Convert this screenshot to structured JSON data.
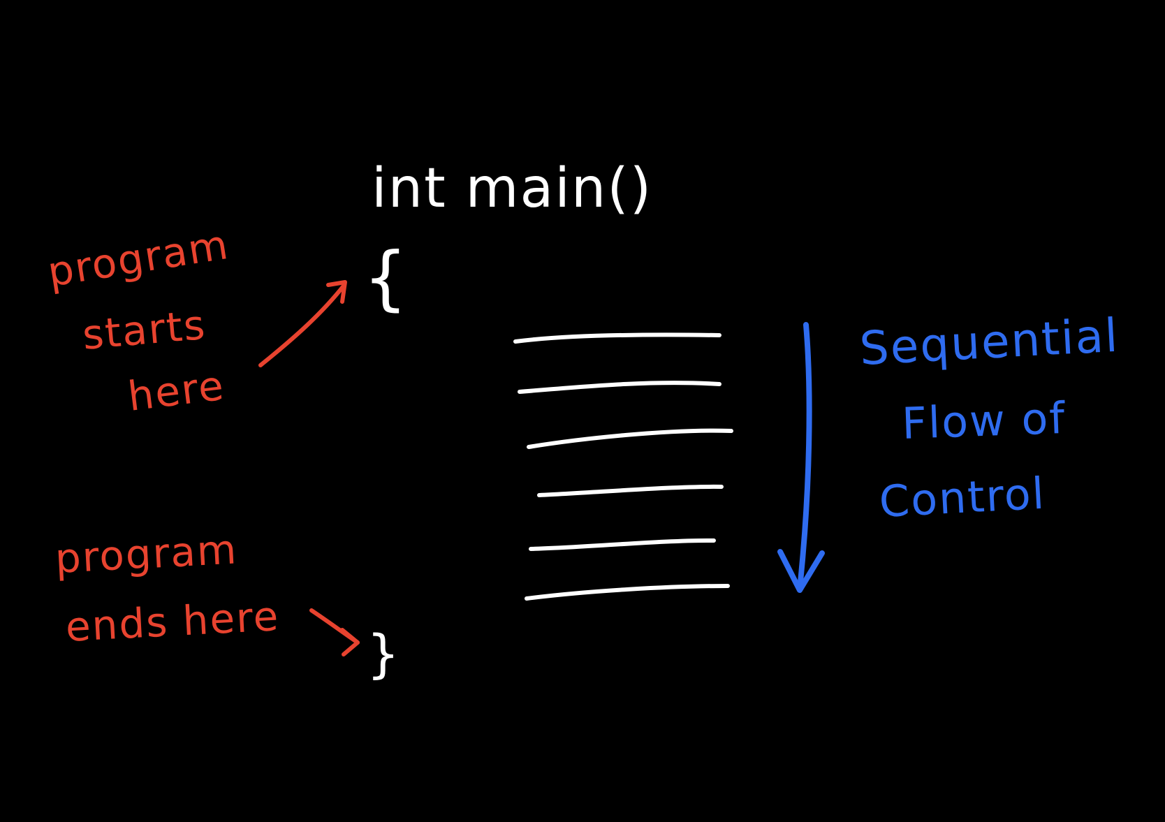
{
  "code": {
    "signature": "int main()",
    "open_brace": "{",
    "close_brace": "}",
    "statement_count": 6
  },
  "annotations": {
    "start": [
      "program",
      "starts",
      "here"
    ],
    "end": [
      "program",
      "ends here"
    ],
    "flow": [
      "Sequential",
      "Flow of",
      "Control"
    ]
  },
  "colors": {
    "background": "#000000",
    "code": "#ffffff",
    "start_end_notes": "#e8432f",
    "flow_note": "#2f6cf0"
  }
}
